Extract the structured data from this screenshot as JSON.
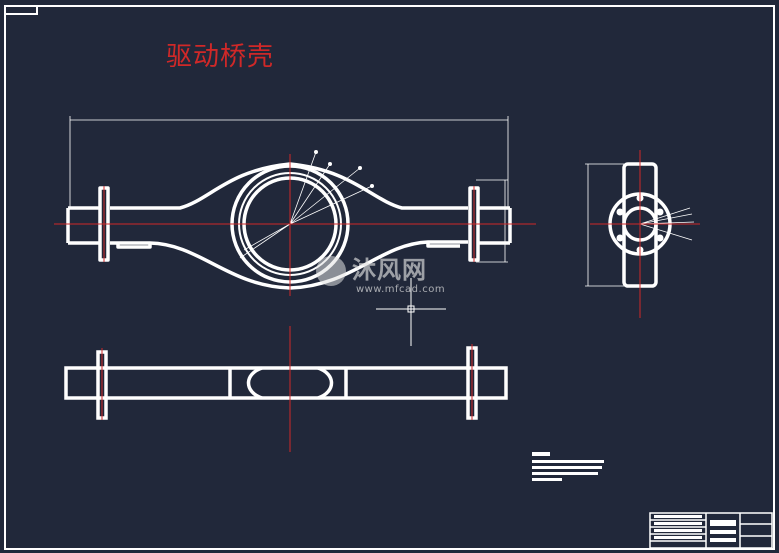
{
  "drawing": {
    "title": "驱动桥壳"
  },
  "watermark": {
    "brand": "沐风网",
    "url": "www.mfcad.com"
  },
  "colors": {
    "background": "#21283a",
    "geometry": "#ffffff",
    "centerline": "#d02828",
    "title": "#d02828"
  },
  "icons": {
    "crosshair": "crosshair-cursor-icon",
    "logo": "mfcad-logo-icon"
  }
}
